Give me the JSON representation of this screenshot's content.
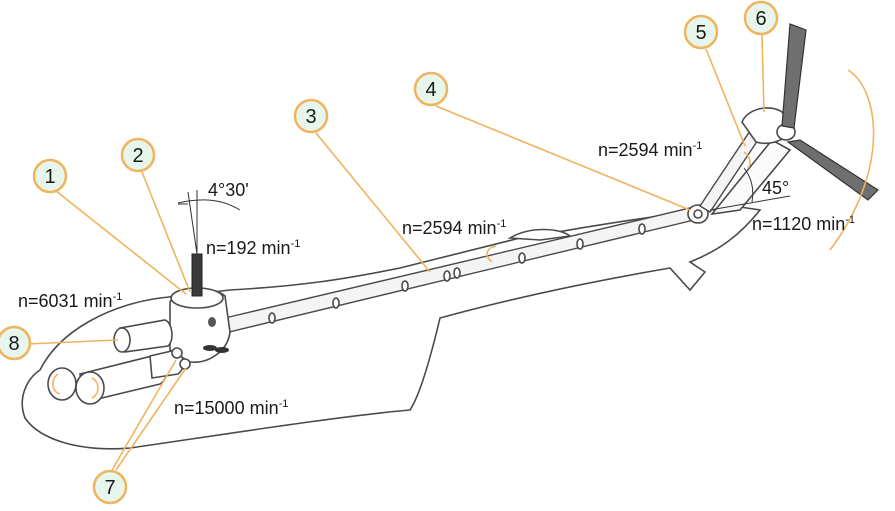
{
  "callouts": [
    "1",
    "2",
    "3",
    "4",
    "5",
    "6",
    "7",
    "8"
  ],
  "labels": {
    "angle_mast": "4°30'",
    "n_mast": "n=192 min",
    "n_mast_exp": "-1",
    "n_input": "n=6031 min",
    "n_input_exp": "-1",
    "n_shaft": "n=2594 min",
    "n_shaft_exp": "-1",
    "n_gearbox": "n=2594 min",
    "n_gearbox_exp": "-1",
    "angle_tail": "45°",
    "n_rotor": "n=1120 min",
    "n_rotor_exp": "-1",
    "n_engine": "n=15000 min",
    "n_engine_exp": "-1"
  },
  "colors": {
    "callout_fill": "#e7f6ec",
    "callout_stroke": "#f0b35e",
    "leader": "#f0b35e",
    "outline": "#4a4a4a"
  }
}
